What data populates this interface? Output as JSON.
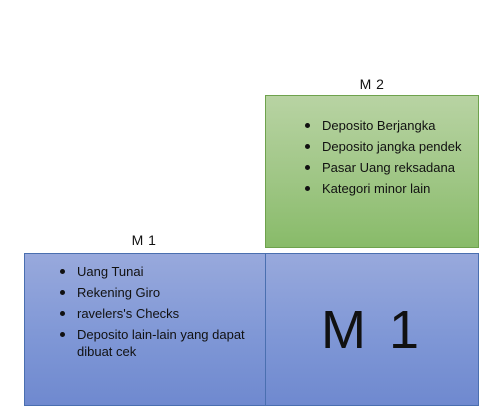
{
  "m2": {
    "caption": "M 2",
    "items": [
      "Deposito Berjangka",
      "Deposito jangka pendek",
      "Pasar Uang reksadana",
      "Kategori minor lain"
    ]
  },
  "m1": {
    "caption": "M 1",
    "items": [
      "Uang Tunai",
      "Rekening Giro",
      "ravelers's Checks",
      "Deposito lain-lain yang dapat dibuat cek"
    ]
  },
  "m1_block": {
    "label": "M 1"
  },
  "colors": {
    "blue_box": "#7f97d6",
    "green_box": "#9fc685",
    "blue_border": "#4a6fb0",
    "green_border": "#6ea24d"
  }
}
